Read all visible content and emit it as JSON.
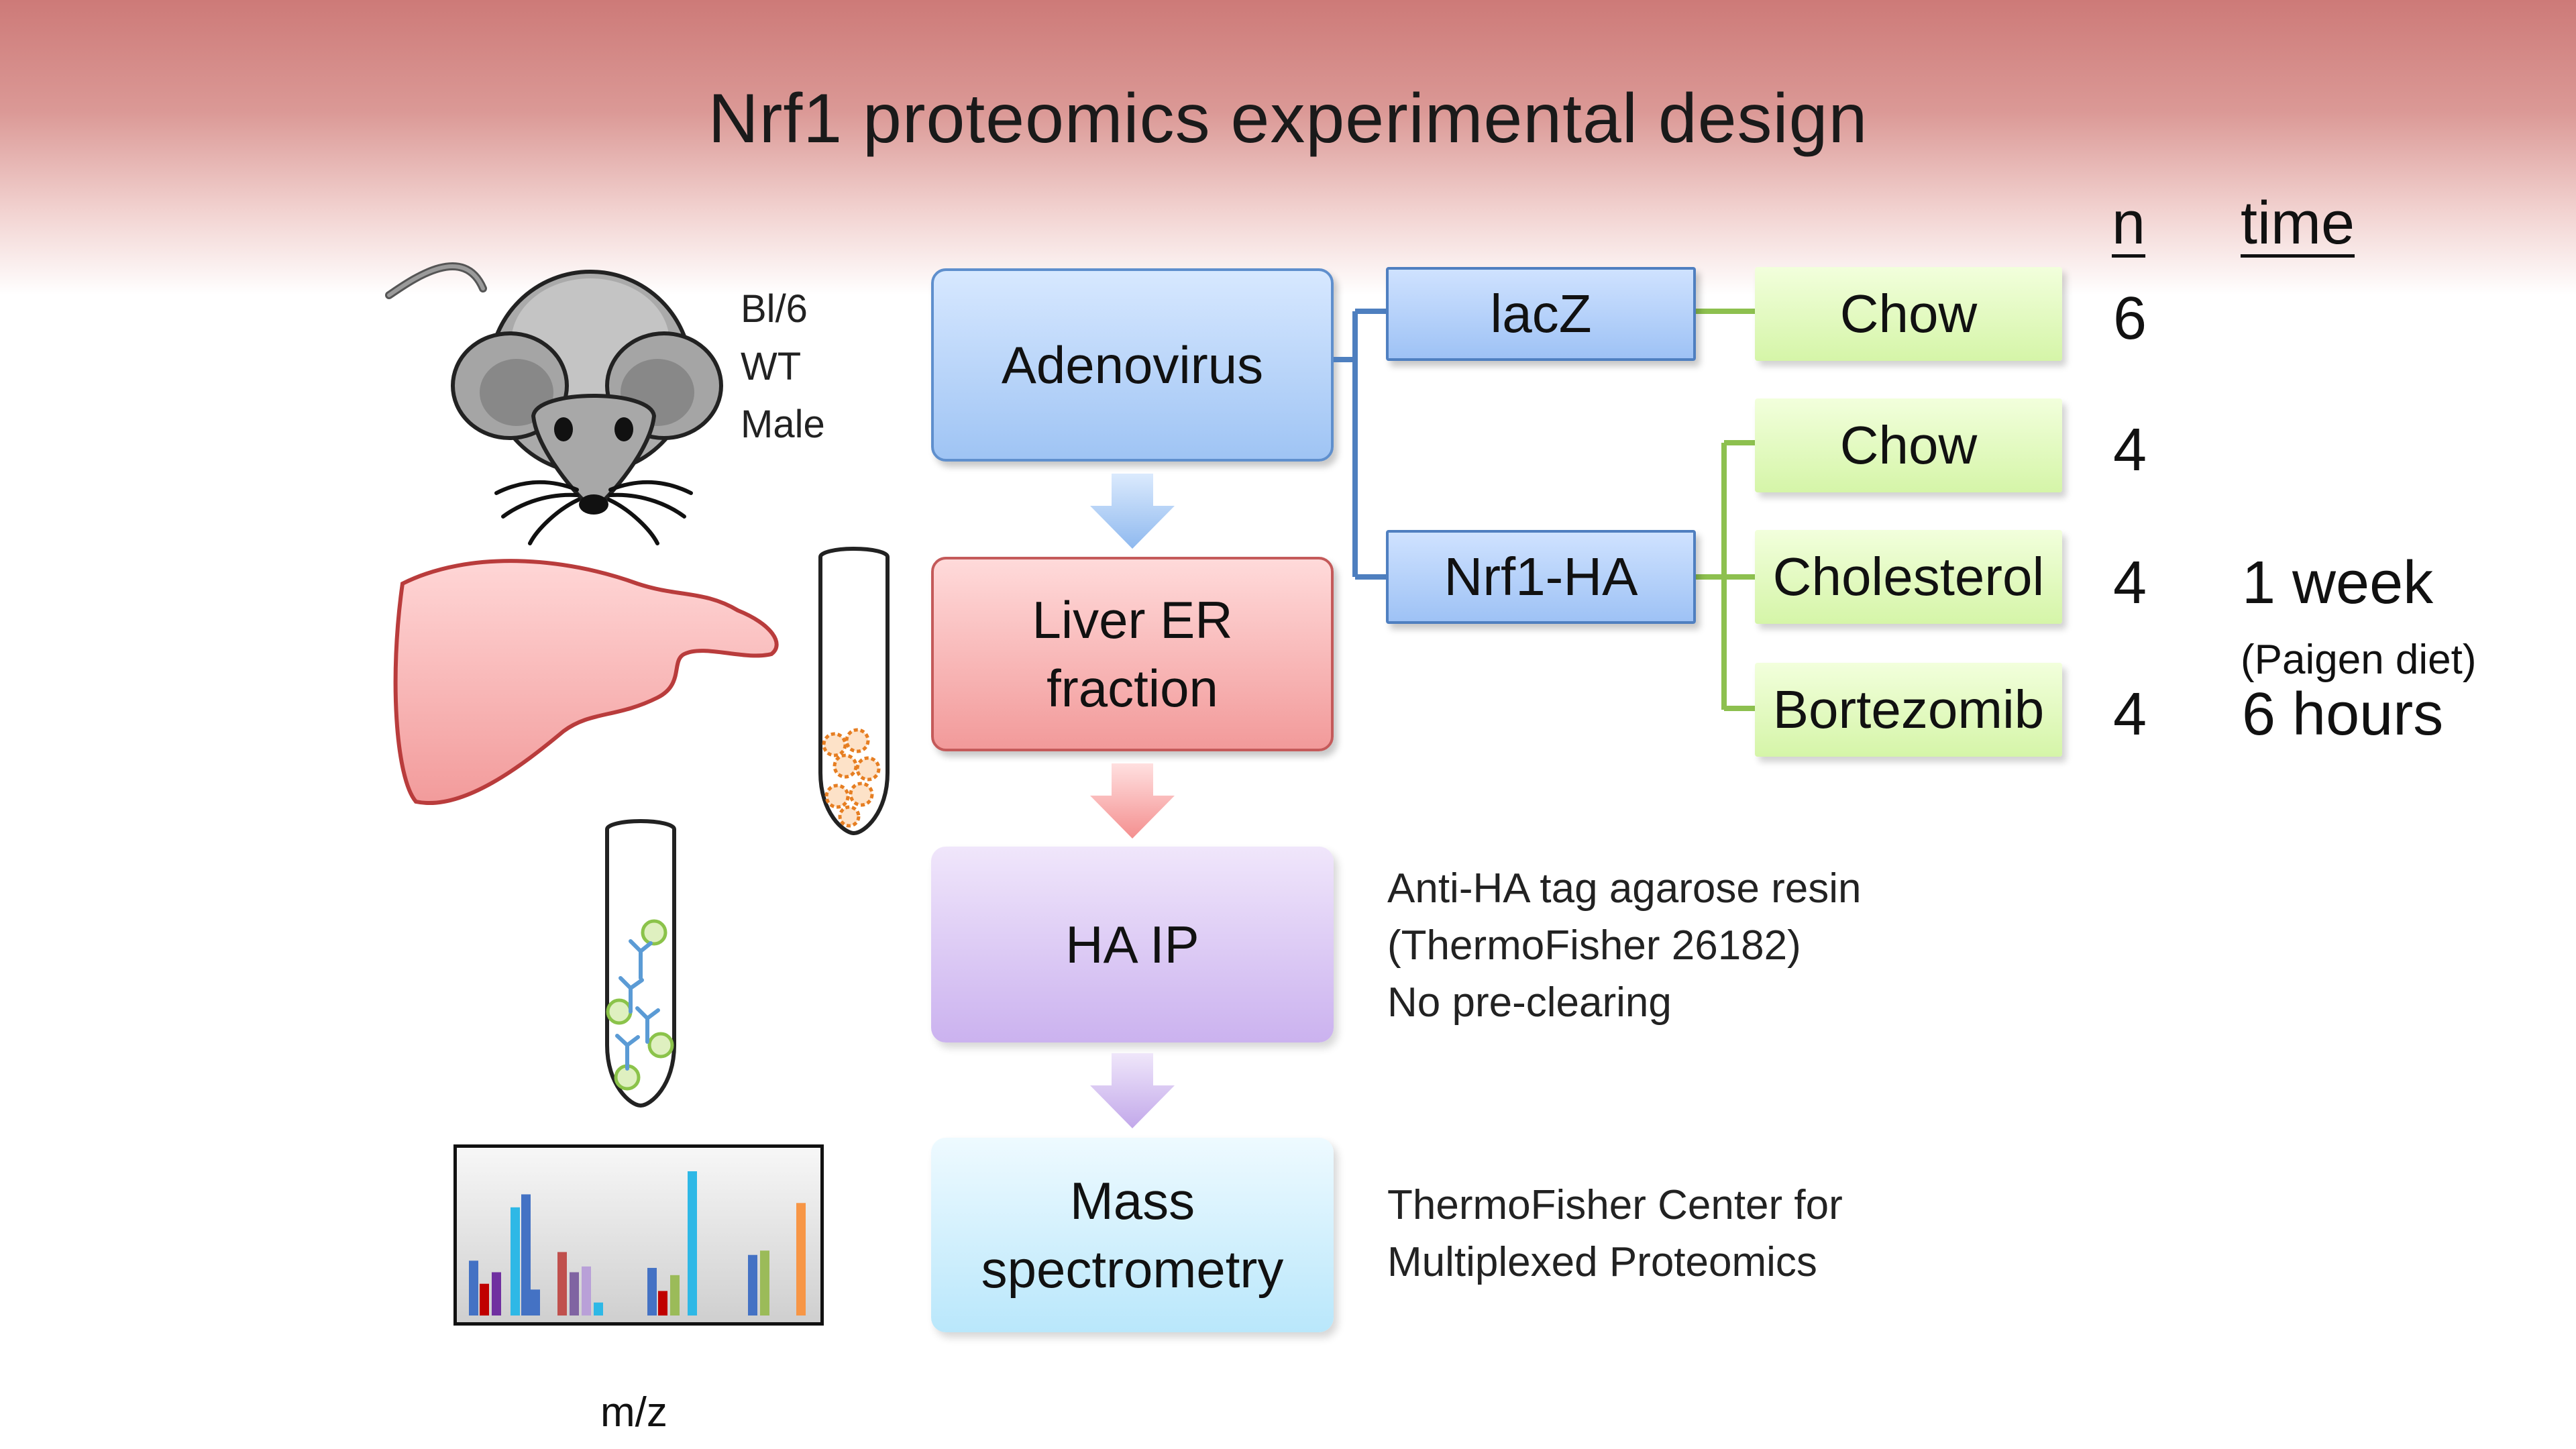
{
  "title": "Nrf1 proteomics experimental design",
  "mouse": {
    "strain": "Bl/6",
    "genotype": "WT",
    "sex": "Male"
  },
  "flow": [
    "Adenovirus",
    "Liver ER fraction",
    "HA IP",
    "Mass spectrometry"
  ],
  "flow_lines": {
    "liver": [
      "Liver ER",
      "fraction"
    ],
    "mass": [
      "Mass",
      "spectrometry"
    ]
  },
  "vectors": [
    "lacZ",
    "Nrf1-HA"
  ],
  "treatments": [
    "Chow",
    "Chow",
    "Cholesterol",
    "Bortezomib"
  ],
  "columns": {
    "n": "n",
    "time": "time"
  },
  "n_values": [
    "6",
    "4",
    "4",
    "4"
  ],
  "times": {
    "week": "1 week",
    "diet": "(Paigen diet)",
    "hours": "6 hours"
  },
  "notes": {
    "ip": [
      "Anti-HA tag agarose resin",
      "(ThermoFisher 26182)",
      "No pre-clearing"
    ],
    "ms": [
      "ThermoFisher Center for",
      "Multiplexed Proteomics"
    ]
  },
  "spectrum_label": "m/z",
  "spectrum_bars": [
    {
      "h": 0.38,
      "c": "#4472c4"
    },
    {
      "h": 0.22,
      "c": "#c00000"
    },
    {
      "h": 0.3,
      "c": "#7030a0"
    },
    {
      "h": 0.75,
      "c": "#2eb8e6"
    },
    {
      "h": 0.84,
      "c": "#4472c4"
    },
    {
      "h": 0.18,
      "c": "#4472c4"
    },
    {
      "h": 0.44,
      "c": "#c0504d"
    },
    {
      "h": 0.3,
      "c": "#8064a2"
    },
    {
      "h": 0.34,
      "c": "#b9a0d8"
    },
    {
      "h": 0.09,
      "c": "#2eb8e6"
    },
    {
      "h": 0.33,
      "c": "#4472c4"
    },
    {
      "h": 0.17,
      "c": "#c00000"
    },
    {
      "h": 0.28,
      "c": "#9bbb59"
    },
    {
      "h": 1.0,
      "c": "#2eb8e6"
    },
    {
      "h": 0.42,
      "c": "#4472c4"
    },
    {
      "h": 0.45,
      "c": "#9bbb59"
    },
    {
      "h": 0.78,
      "c": "#f79646"
    }
  ]
}
